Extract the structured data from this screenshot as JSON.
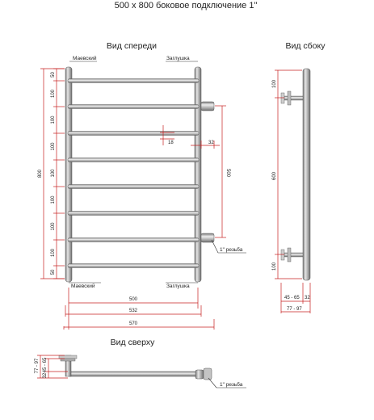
{
  "title": "500 x 800 боковое подключение 1\"",
  "views": {
    "front": "Вид спереди",
    "side": "Вид сбоку",
    "top": "Вид сверху"
  },
  "labels": {
    "mayevsky": "Маевский",
    "plug": "Заглушка",
    "thread": "1\" резьба"
  },
  "front_dims": {
    "total_height": "800",
    "seg_top": "50",
    "seg": "100",
    "seg_bottom": "50",
    "rung_gap": "18",
    "tube_offset": "32",
    "conn_distance": "500",
    "width_500": "500",
    "width_532": "532",
    "width_570": "570"
  },
  "side_dims": {
    "top": "100",
    "middle": "600",
    "bottom": "100",
    "depth1": "45 - 65",
    "depth2": "32",
    "depth3": "77 - 97"
  },
  "top_dims": {
    "a": "77 - 97",
    "b": "45 - 65",
    "c": "32"
  },
  "colors": {
    "dimension": "#c62020",
    "tube": "#9a9a9a"
  }
}
